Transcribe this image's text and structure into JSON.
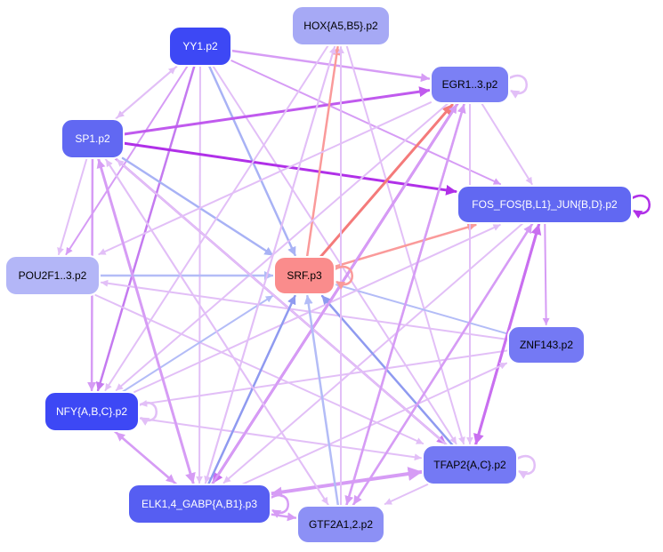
{
  "nodes": [
    {
      "id": "hox",
      "label": "HOX{A5,B5}.p2",
      "fill": "#a6a9f5",
      "text": "#000000"
    },
    {
      "id": "yy1",
      "label": "YY1.p2",
      "fill": "#3d48f5",
      "text": "#ffffff"
    },
    {
      "id": "egr",
      "label": "EGR1..3.p2",
      "fill": "#7b80f5",
      "text": "#000000"
    },
    {
      "id": "sp1",
      "label": "SP1.p2",
      "fill": "#6168f2",
      "text": "#ffffff"
    },
    {
      "id": "fos",
      "label": "FOS_FOS{B,L1}_JUN{B,D}.p2",
      "fill": "#6168f2",
      "text": "#ffffff"
    },
    {
      "id": "pou",
      "label": "POU2F1..3.p2",
      "fill": "#b3b6f7",
      "text": "#000000"
    },
    {
      "id": "srf",
      "label": "SRF.p3",
      "fill": "#fa8c8c",
      "text": "#000000"
    },
    {
      "id": "znf",
      "label": "ZNF143.p2",
      "fill": "#7479f4",
      "text": "#000000"
    },
    {
      "id": "nfy",
      "label": "NFY{A,B,C}.p2",
      "fill": "#3d48f5",
      "text": "#ffffff"
    },
    {
      "id": "tfap",
      "label": "TFAP2{A,C}.p2",
      "fill": "#7479f4",
      "text": "#000000"
    },
    {
      "id": "elk",
      "label": "ELK1,4_GABP{A,B1}.p3",
      "fill": "#565ef2",
      "text": "#ffffff"
    },
    {
      "id": "gtf",
      "label": "GTF2A1,2.p2",
      "fill": "#8c90f5",
      "text": "#000000"
    }
  ],
  "edges": [
    {
      "from": "yy1",
      "to": "egr",
      "color": "#d69cf5",
      "width": 2.5
    },
    {
      "from": "yy1",
      "to": "srf",
      "color": "#a8b2f5",
      "width": 2.5
    },
    {
      "from": "yy1",
      "to": "sp1",
      "color": "#e0b8f5",
      "width": 2
    },
    {
      "from": "yy1",
      "to": "pou",
      "color": "#d69cf5",
      "width": 2
    },
    {
      "from": "yy1",
      "to": "nfy",
      "color": "#c47af0",
      "width": 2.5
    },
    {
      "from": "yy1",
      "to": "elk",
      "color": "#e2bff7",
      "width": 2
    },
    {
      "from": "yy1",
      "to": "tfap",
      "color": "#e2bff7",
      "width": 2
    },
    {
      "from": "yy1",
      "to": "fos",
      "color": "#d69cf5",
      "width": 2
    },
    {
      "from": "sp1",
      "to": "fos",
      "color": "#b030e8",
      "width": 3
    },
    {
      "from": "sp1",
      "to": "egr",
      "color": "#c05aee",
      "width": 3
    },
    {
      "from": "sp1",
      "to": "srf",
      "color": "#a8b2f5",
      "width": 2.5
    },
    {
      "from": "sp1",
      "to": "pou",
      "color": "#e2bff7",
      "width": 2
    },
    {
      "from": "sp1",
      "to": "nfy",
      "color": "#d69cf5",
      "width": 2.5
    },
    {
      "from": "sp1",
      "to": "elk",
      "color": "#d69cf5",
      "width": 3
    },
    {
      "from": "sp1",
      "to": "tfap",
      "color": "#cc80f0",
      "width": 2.5
    },
    {
      "from": "sp1",
      "to": "gtf",
      "color": "#e2bff7",
      "width": 2
    },
    {
      "from": "sp1",
      "to": "yy1",
      "color": "#e2bff7",
      "width": 2
    },
    {
      "from": "hox",
      "to": "tfap",
      "color": "#e2bff7",
      "width": 2
    },
    {
      "from": "hox",
      "to": "nfy",
      "color": "#e2bff7",
      "width": 2
    },
    {
      "from": "hox",
      "to": "elk",
      "color": "#e2bff7",
      "width": 2
    },
    {
      "from": "srf",
      "to": "hox",
      "color": "#fa9a9a",
      "width": 2.5
    },
    {
      "from": "srf",
      "to": "egr",
      "color": "#f47a7a",
      "width": 3
    },
    {
      "from": "srf",
      "to": "fos",
      "color": "#fa9a9a",
      "width": 2.5
    },
    {
      "from": "egr",
      "to": "fos",
      "color": "#e2bff7",
      "width": 2
    },
    {
      "from": "egr",
      "to": "pou",
      "color": "#e2bff7",
      "width": 2
    },
    {
      "from": "egr",
      "to": "nfy",
      "color": "#e2bff7",
      "width": 2
    },
    {
      "from": "egr",
      "to": "elk",
      "color": "#c96ff0",
      "width": 3
    },
    {
      "from": "egr",
      "to": "gtf",
      "color": "#d69cf5",
      "width": 2.5
    },
    {
      "from": "egr",
      "to": "tfap",
      "color": "#e2bff7",
      "width": 2
    },
    {
      "from": "fos",
      "to": "znf",
      "color": "#d69cf5",
      "width": 2
    },
    {
      "from": "fos",
      "to": "elk",
      "color": "#e2bff7",
      "width": 2
    },
    {
      "from": "fos",
      "to": "gtf",
      "color": "#d69cf5",
      "width": 2.5
    },
    {
      "from": "fos",
      "to": "tfap",
      "color": "#c96ff0",
      "width": 3
    },
    {
      "from": "pou",
      "to": "srf",
      "color": "#b3bcf7",
      "width": 2.5
    },
    {
      "from": "pou",
      "to": "tfap",
      "color": "#e2bff7",
      "width": 2
    },
    {
      "from": "znf",
      "to": "srf",
      "color": "#b3bcf7",
      "width": 2
    },
    {
      "from": "znf",
      "to": "nfy",
      "color": "#e2bff7",
      "width": 2
    },
    {
      "from": "znf",
      "to": "pou",
      "color": "#e2bff7",
      "width": 2
    },
    {
      "from": "nfy",
      "to": "srf",
      "color": "#b3bcf7",
      "width": 2
    },
    {
      "from": "nfy",
      "to": "tfap",
      "color": "#e2bff7",
      "width": 2
    },
    {
      "from": "nfy",
      "to": "elk",
      "color": "#d69cf5",
      "width": 2.5
    },
    {
      "from": "nfy",
      "to": "fos",
      "color": "#e2bff7",
      "width": 2
    },
    {
      "from": "tfap",
      "to": "srf",
      "color": "#8f9af0",
      "width": 2.5
    },
    {
      "from": "tfap",
      "to": "elk",
      "color": "#d69cf5",
      "width": 3
    },
    {
      "from": "tfap",
      "to": "gtf",
      "color": "#e2bff7",
      "width": 2
    },
    {
      "from": "tfap",
      "to": "fos",
      "color": "#c96ff0",
      "width": 3
    },
    {
      "from": "tfap",
      "to": "sp1",
      "color": "#e2bff7",
      "width": 2
    },
    {
      "from": "elk",
      "to": "srf",
      "color": "#8f9af0",
      "width": 2.5
    },
    {
      "from": "elk",
      "to": "egr",
      "color": "#d69cf5",
      "width": 2.5
    },
    {
      "from": "elk",
      "to": "hox",
      "color": "#e2bff7",
      "width": 2
    },
    {
      "from": "elk",
      "to": "znf",
      "color": "#e2bff7",
      "width": 2
    },
    {
      "from": "elk",
      "to": "nfy",
      "color": "#d69cf5",
      "width": 2.5
    },
    {
      "from": "elk",
      "to": "sp1",
      "color": "#d69cf5",
      "width": 2.5
    },
    {
      "from": "elk",
      "to": "tfap",
      "color": "#d69cf5",
      "width": 4
    },
    {
      "from": "elk",
      "to": "gtf",
      "color": "#d69cf5",
      "width": 2.5
    },
    {
      "from": "gtf",
      "to": "srf",
      "color": "#b3bcf7",
      "width": 2.5
    },
    {
      "from": "gtf",
      "to": "hox",
      "color": "#e2bff7",
      "width": 2
    },
    {
      "from": "gtf",
      "to": "sp1",
      "color": "#e2bff7",
      "width": 2
    },
    {
      "from": "gtf",
      "to": "egr",
      "color": "#d69cf5",
      "width": 2.5
    },
    {
      "from": "gtf",
      "to": "fos",
      "color": "#d69cf5",
      "width": 2.5
    }
  ],
  "self_loops": [
    {
      "node": "egr",
      "color": "#e2bff7"
    },
    {
      "node": "fos",
      "color": "#b030e8"
    },
    {
      "node": "srf",
      "color": "#fa9a9a"
    },
    {
      "node": "nfy",
      "color": "#e2bff7"
    },
    {
      "node": "tfap",
      "color": "#e2bff7"
    },
    {
      "node": "elk",
      "color": "#d69cf5"
    }
  ]
}
